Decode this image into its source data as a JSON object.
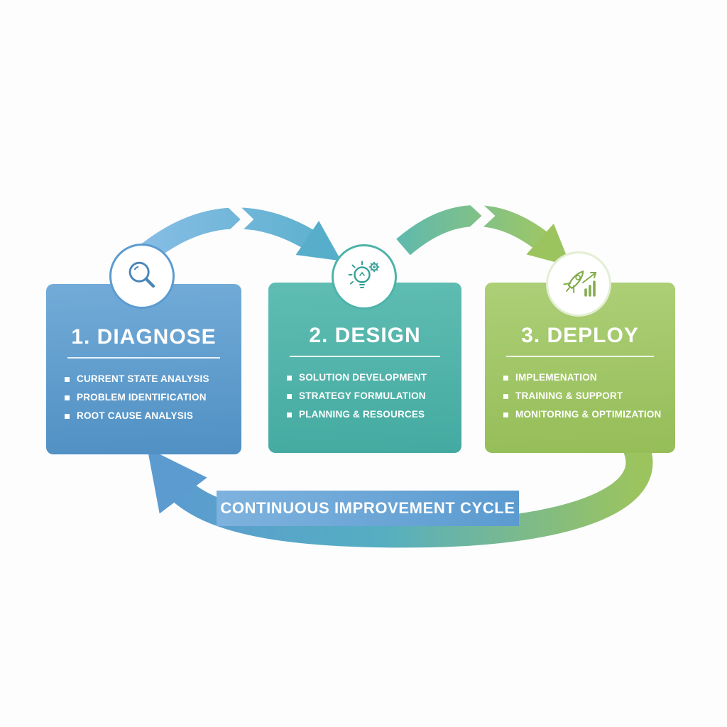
{
  "diagram": {
    "banner": "CONTINUOUS IMPROVEMENT CYCLE",
    "cards": [
      {
        "step": "1. DIAGNOSE",
        "icon": "magnifier-icon",
        "color": "#5b9bd0",
        "items": [
          "CURRENT STATE ANALYSIS",
          "PROBLEM IDENTIFICATION",
          "ROOT CAUSE ANALYSIS"
        ]
      },
      {
        "step": "2. DESIGN",
        "icon": "lightbulb-gear-icon",
        "color": "#4db3a9",
        "items": [
          "SOLUTION DEVELOPMENT",
          "STRATEGY FORMULATION",
          "PLANNING & RESOURCES"
        ]
      },
      {
        "step": "3. DEPLOY",
        "icon": "rocket-chart-icon",
        "color": "#a0c663",
        "items": [
          "IMPLEMENATION",
          "TRAINING & SUPPORT",
          "MONITORING & OPTIMIZATION"
        ]
      }
    ],
    "arrows": {
      "flow_color_start": "#86bde5",
      "flow_color_mid": "#5fb9ae",
      "flow_color_end": "#a2c861",
      "cycle_gradient": [
        "#5b9bd0",
        "#55aec2",
        "#9cc45e"
      ]
    }
  }
}
